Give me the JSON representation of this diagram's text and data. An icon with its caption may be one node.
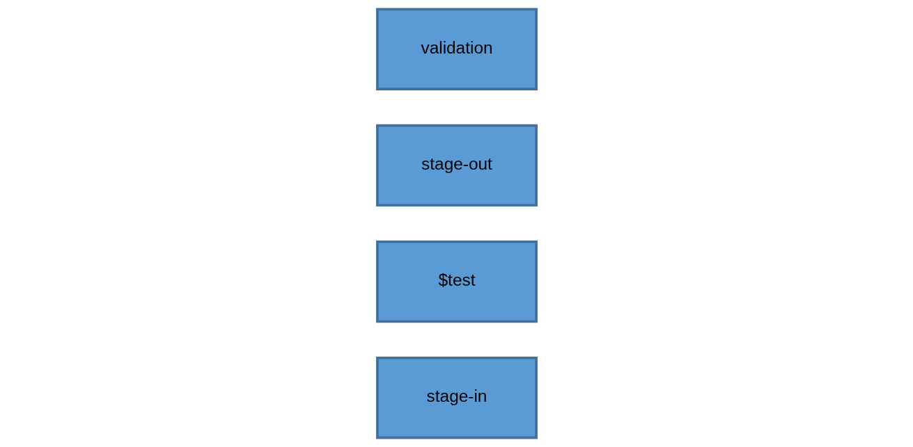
{
  "diagram": {
    "nodes": [
      {
        "text": [
          "stage-in"
        ]
      },
      {
        "text": [
          "$test"
        ]
      },
      {
        "text": [
          "stage-out"
        ]
      },
      {
        "text": [
          "validation"
        ]
      }
    ],
    "edges": []
  }
}
